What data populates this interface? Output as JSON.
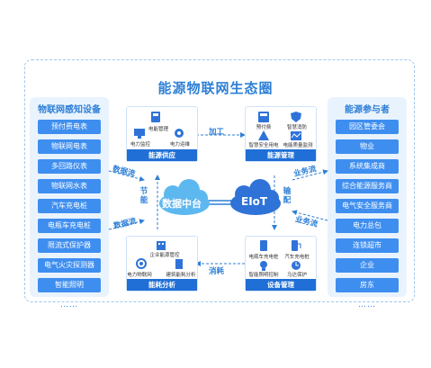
{
  "title": "能源物联网生态圈",
  "left_column": {
    "title": "物联网感知设备",
    "items": [
      "预付费电表",
      "物联网电表",
      "多回路仪表",
      "物联网水表",
      "汽车充电桩",
      "电瓶车充电桩",
      "限流式保护器",
      "电气火灾探测器",
      "智能照明",
      "……"
    ]
  },
  "right_column": {
    "title": "能源参与者",
    "items": [
      "园区管委会",
      "物业",
      "系统集成商",
      "综合能源服务商",
      "电气安全服务商",
      "电力总包",
      "连锁超市",
      "企业",
      "房东",
      "……"
    ]
  },
  "cards": {
    "supply": {
      "title": "能源供应",
      "subs": [
        "电能管理",
        "电力监控",
        "电力运维"
      ]
    },
    "management": {
      "title": "能源管理",
      "subs": [
        "预付费",
        "智慧消防",
        "智慧安全用电",
        "电能质量监测"
      ]
    },
    "analysis": {
      "title": "能耗分析",
      "subs": [
        "企业能源管控",
        "电力物联网",
        "建筑能耗分析"
      ]
    },
    "equipment": {
      "title": "设备管理",
      "subs": [
        "电瓶车充电桩",
        "汽车充电桩",
        "智能照明控制",
        "马达保护"
      ]
    }
  },
  "center": {
    "data_platform": "数据中台",
    "eiot": "EIoT"
  },
  "flows": {
    "left_top": "数据流",
    "left_bottom": "数据流",
    "right_top": "业务流",
    "right_bottom": "业务流",
    "top": "加工",
    "bottom": "消耗",
    "left_vertical": "节能",
    "right_vertical": "输配"
  },
  "colors": {
    "primary": "#1f6fd6",
    "item_blue": "#3e8ef0",
    "panel_bg": "#e9f3fd",
    "title_blue": "#2d7fd6"
  }
}
